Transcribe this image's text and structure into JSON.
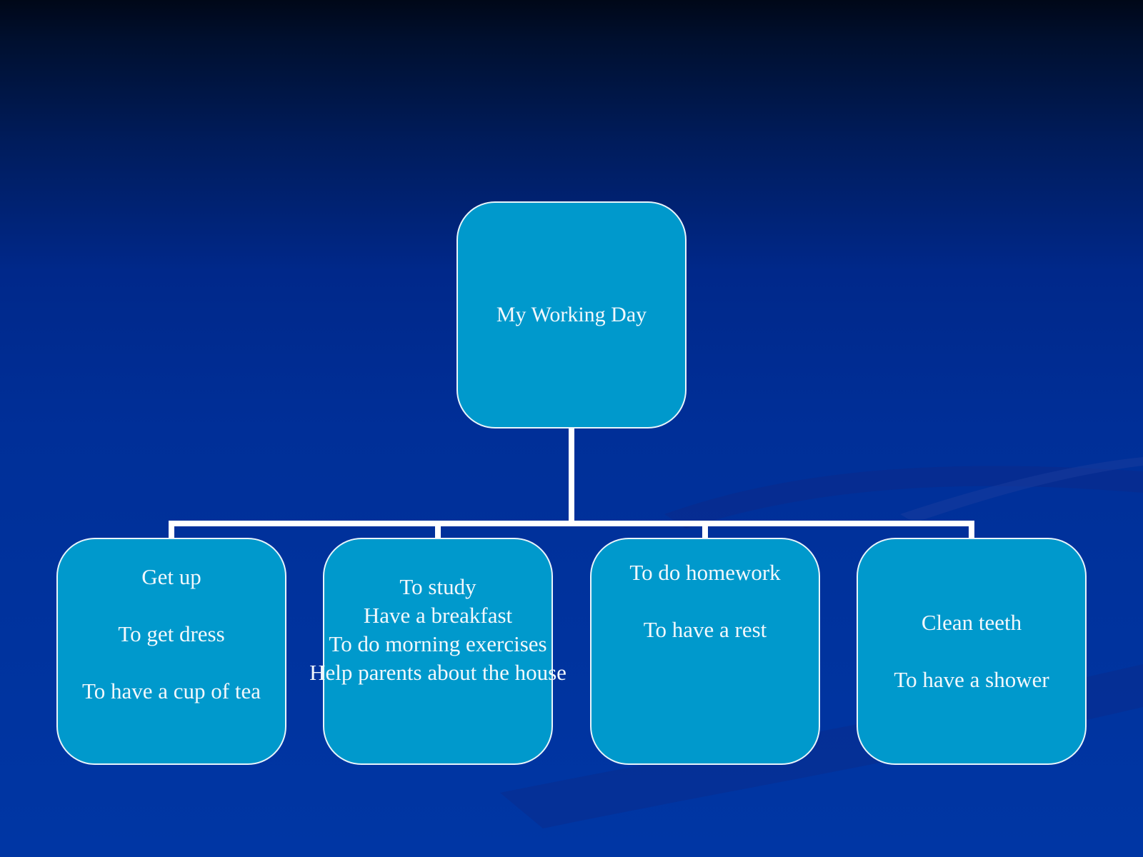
{
  "colors": {
    "node_fill": "#0099cc",
    "node_border": "#e8f4fb",
    "connector": "#ffffff",
    "text": "#f2f8fc"
  },
  "root": {
    "label": "My Working Day"
  },
  "children": [
    {
      "lines": [
        "Get up",
        "",
        "To get dress",
        "",
        "To have a cup of tea"
      ]
    },
    {
      "lines": [
        "To study",
        "Have a breakfast",
        "To do morning exercises",
        "Help parents about the house"
      ]
    },
    {
      "lines": [
        "To do homework",
        "",
        "To have a rest"
      ]
    },
    {
      "lines": [
        "Clean teeth",
        "",
        "To have a shower"
      ]
    }
  ]
}
